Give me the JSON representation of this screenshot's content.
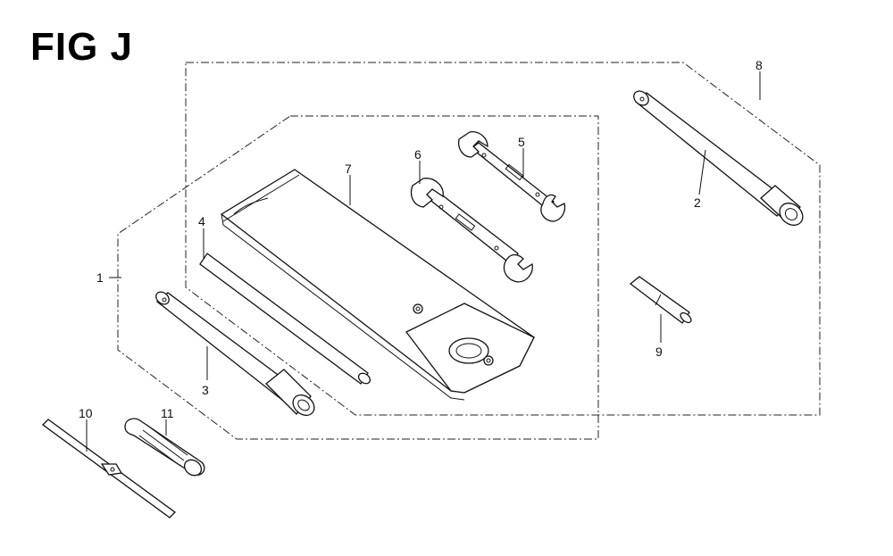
{
  "figure": {
    "title": "FIG J"
  },
  "callouts": {
    "c1": "1",
    "c2": "2",
    "c3": "3",
    "c4": "4",
    "c5": "5",
    "c6": "6",
    "c7": "7",
    "c8": "8",
    "c9": "9",
    "c10": "10",
    "c11": "11"
  },
  "colors": {
    "ink": "#111111",
    "paper": "#ffffff"
  }
}
